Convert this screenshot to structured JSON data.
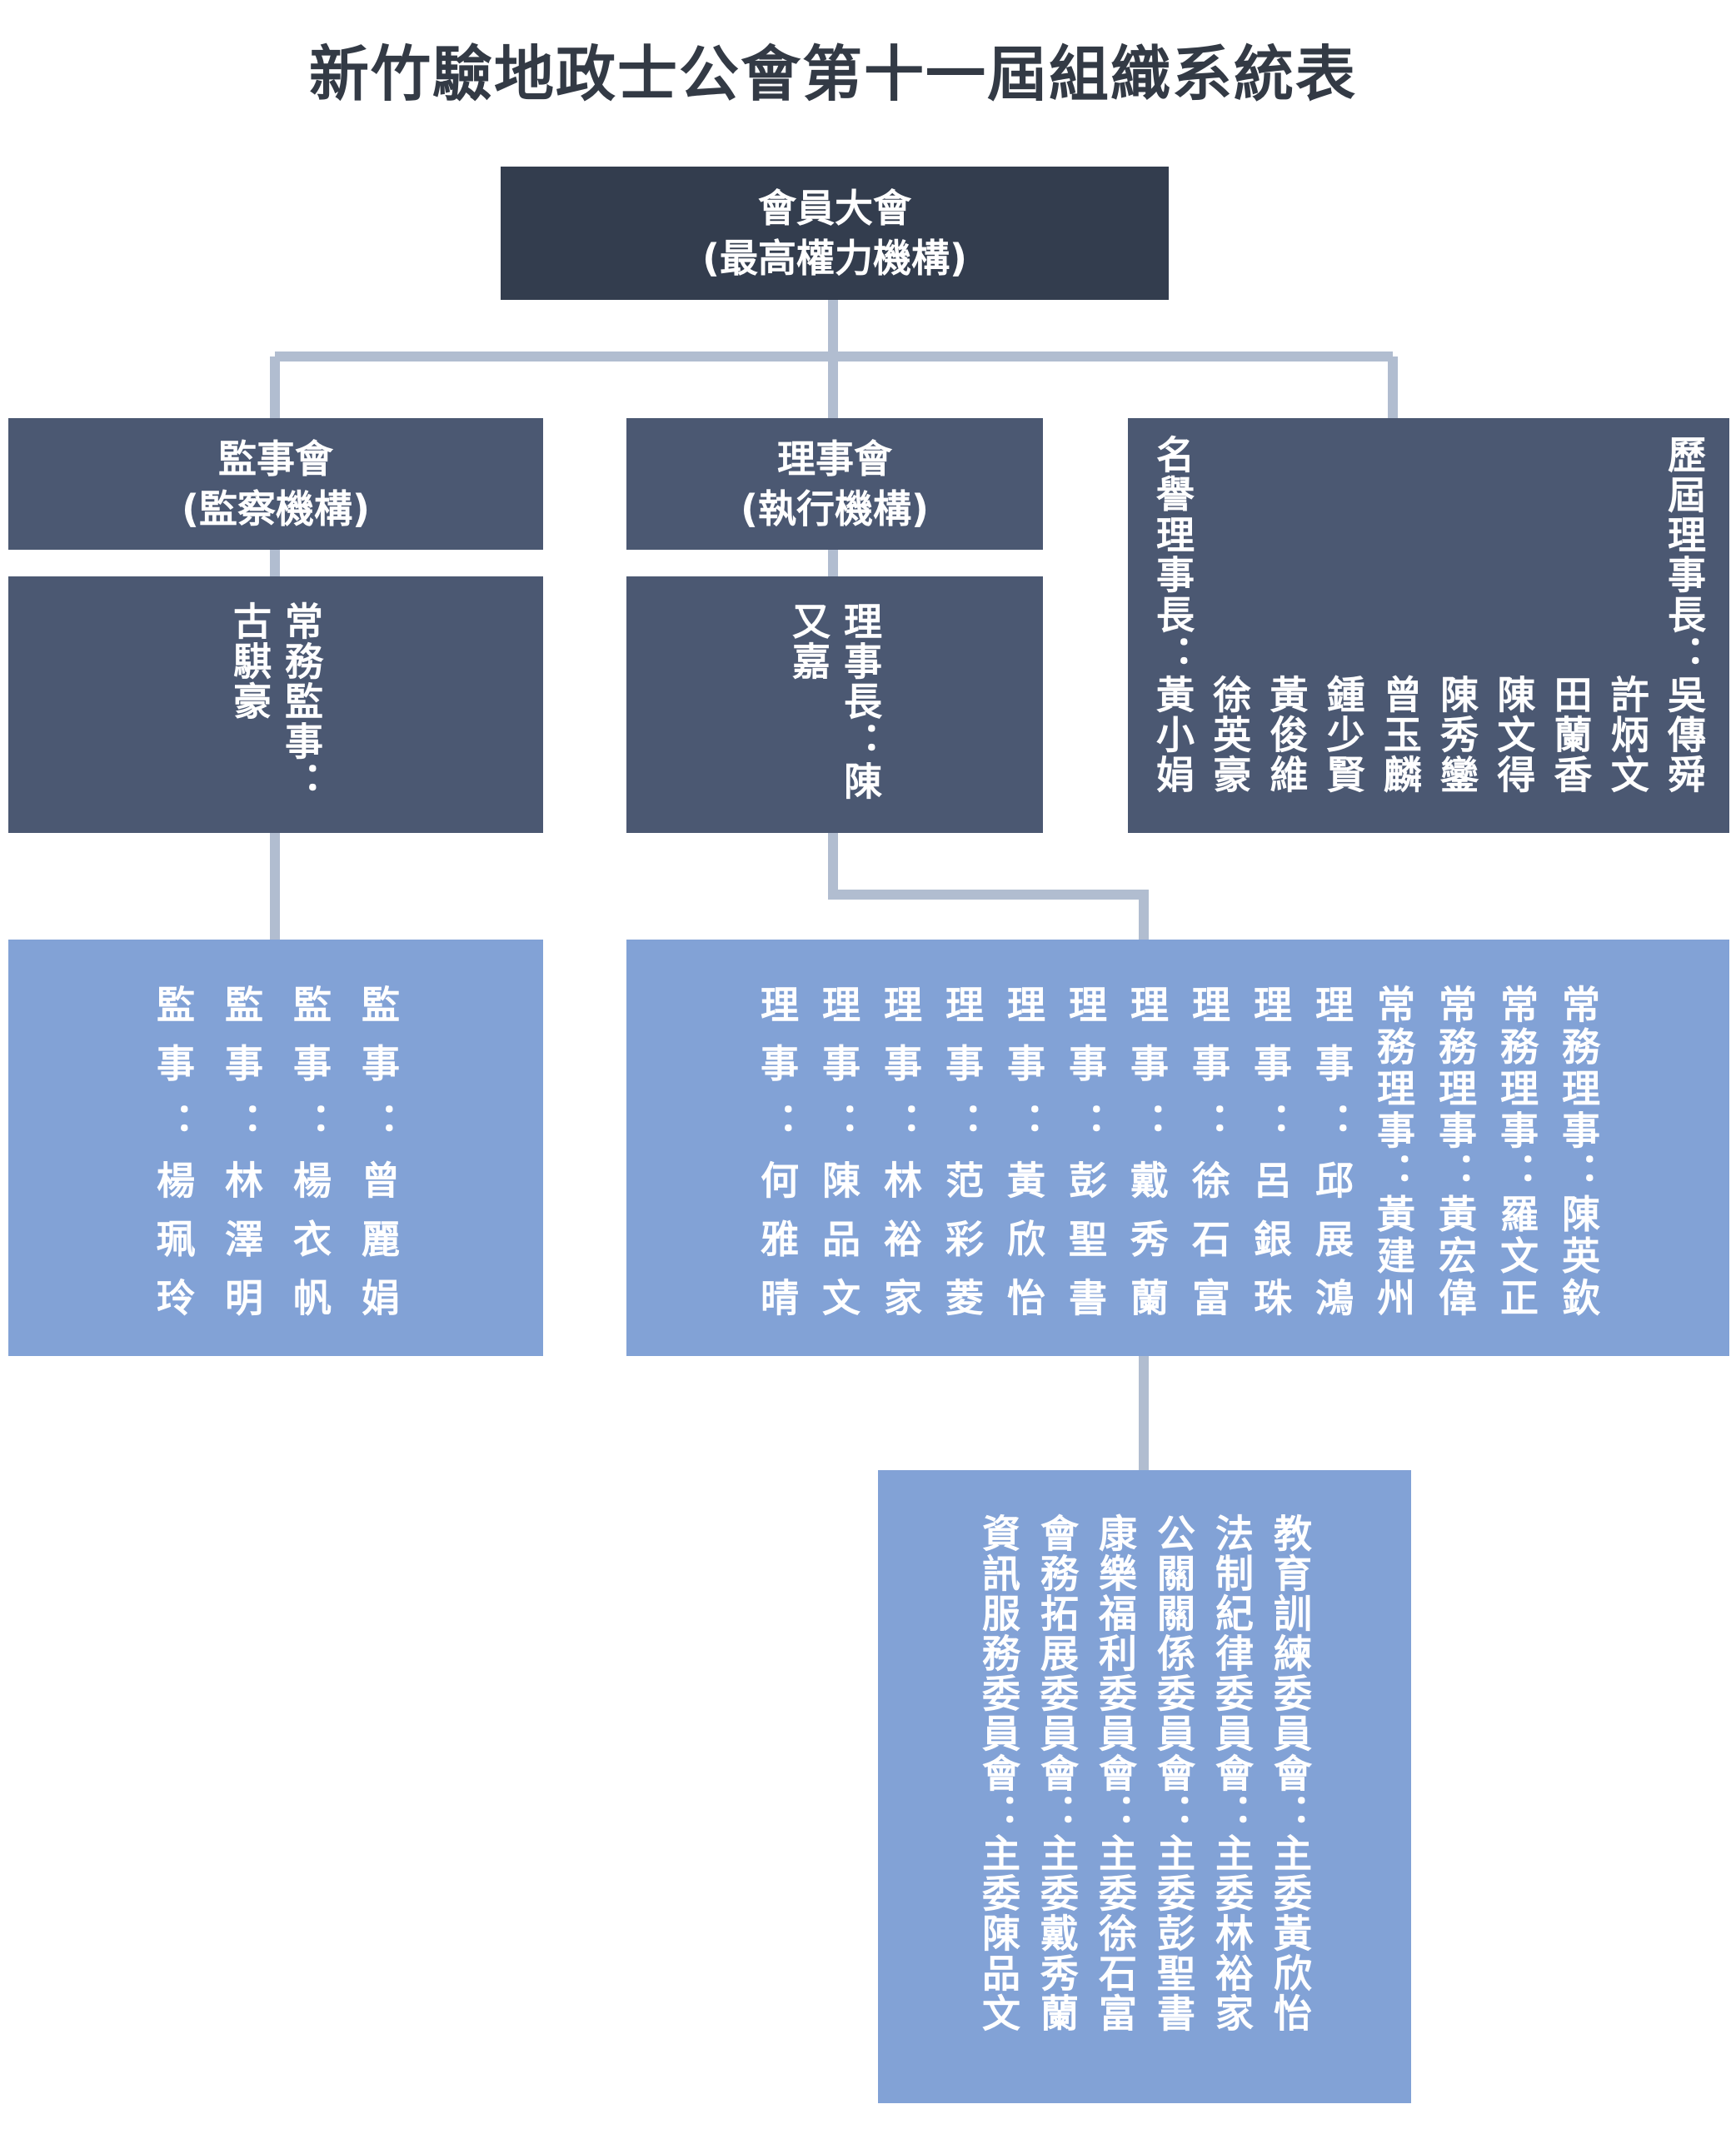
{
  "title": "新竹驗地政士公會第十一屆組織系統表",
  "general_assembly": {
    "line1": "會員大會",
    "line2": "(最高權力機構)"
  },
  "supervisors_board": {
    "line1": "監事會",
    "line2": "(監察機構)"
  },
  "directors_board": {
    "line1": "理事會",
    "line2": "(執行機構)"
  },
  "standing_supervisor": "常務監事：古騏豪",
  "chairman": "理事長：陳又嘉",
  "honor": {
    "past_chairmen_label": "歷屆理事長：",
    "past_chairmen": [
      "吳傳舜",
      "許炳文",
      "田蘭香",
      "陳文得",
      "陳秀鑾",
      "曾玉麟",
      "鍾少賢",
      "黃俊維",
      "徐英豪"
    ],
    "honorary_label": "名譽理事長：",
    "honorary": "黃小娟"
  },
  "supervisors": [
    "監事：曾麗娟",
    "監事：楊衣帆",
    "監事：林澤明",
    "監事：楊珮玲"
  ],
  "directors": [
    "常務理事：陳英欽",
    "常務理事：羅文正",
    "常務理事：黃宏偉",
    "常務理事：黃建州",
    "理事：邱展鴻",
    "理事：呂銀珠",
    "理事：徐石富",
    "理事：戴秀蘭",
    "理事：彭聖書",
    "理事：黃欣怡",
    "理事：范彩菱",
    "理事：林裕家",
    "理事：陳品文",
    "理事：何雅晴"
  ],
  "committees": [
    "教育訓練委員會：主委黃欣怡",
    "法制紀律委員會：主委林裕家",
    "公關關係委員會：主委彭聖書",
    "康樂福利委員會：主委徐石富",
    "會務拓展委員會：主委戴秀蘭",
    "資訊服務委員會：主委陳品文"
  ],
  "colors": {
    "top": "#333d4e",
    "board": "#4b5872",
    "members": "#82a2d6",
    "connector": "#b1bdd0"
  }
}
